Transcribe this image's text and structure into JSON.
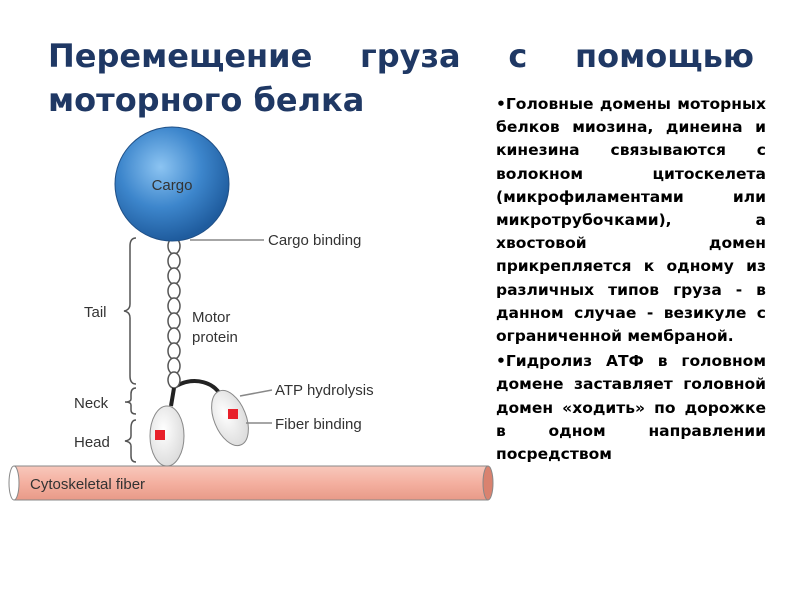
{
  "slide": {
    "title": "Перемещение груза с помощью моторного белка",
    "bullets": [
      "Головные домены моторных белков миозина, динеина и кинезина связываются с волокном цитоскелета (микрофиламентами или микротрубочками), а хвостовой домен прикрепляется к одному из различных типов груза - в данном случае - везикуле с ограниченной мембраной.",
      "Гидролиз АТФ в головном домене заставляет головной домен «ходить» по дорожке в одном направлении посредством"
    ],
    "bullet_symbol": "•"
  },
  "diagram": {
    "labels": {
      "cargo": "Cargo",
      "cargo_binding": "Cargo binding",
      "tail": "Tail",
      "motor_protein_line1": "Motor",
      "motor_protein_line2": "protein",
      "neck": "Neck",
      "atp_hydrolysis": "ATP hydrolysis",
      "fiber_binding": "Fiber binding",
      "head": "Head",
      "cytoskeletal_fiber": "Cytoskeletal fiber"
    },
    "colors": {
      "title": "#1f3864",
      "cargo_fill": "#3d86cc",
      "fiber_fill": "#f4b3a4",
      "binding_site": "#e8202a",
      "chain": "#555555"
    }
  }
}
